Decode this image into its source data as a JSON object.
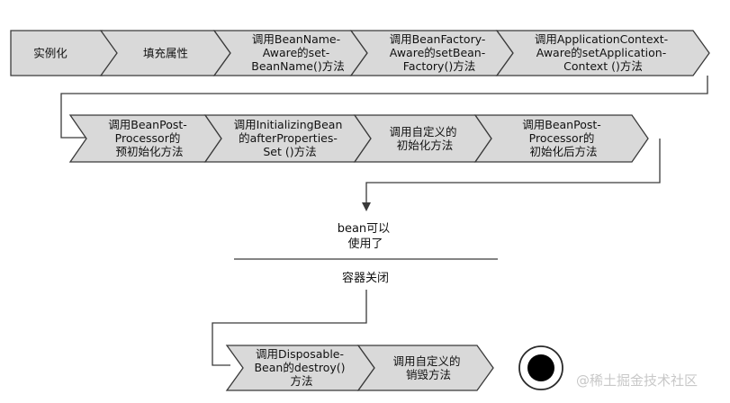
{
  "diagram": {
    "row1": [
      {
        "lines": [
          "实例化"
        ]
      },
      {
        "lines": [
          "填充属性"
        ]
      },
      {
        "lines": [
          "调用BeanName-",
          "Aware的set-",
          "BeanName()方法"
        ]
      },
      {
        "lines": [
          "调用BeanFactory-",
          "Aware的setBean-",
          "Factory()方法"
        ]
      },
      {
        "lines": [
          "调用ApplicationContext-",
          "Aware的setApplication-",
          "Context ()方法"
        ]
      }
    ],
    "row2": [
      {
        "lines": [
          "调用BeanPost-",
          "Processor的",
          "预初始化方法"
        ]
      },
      {
        "lines": [
          "调用InitializingBean",
          "的afterProperties-",
          "Set ()方法"
        ]
      },
      {
        "lines": [
          "调用自定义的",
          "初始化方法"
        ]
      },
      {
        "lines": [
          "调用BeanPost-",
          "Processor的",
          "初始化后方法"
        ]
      }
    ],
    "ready_lines": [
      "bean可以",
      "使用了"
    ],
    "shutdown": "容器关闭",
    "row3": [
      {
        "lines": [
          "调用Disposable-",
          "Bean的destroy()",
          "方法"
        ]
      },
      {
        "lines": [
          "调用自定义的",
          "销毁方法"
        ]
      }
    ]
  },
  "watermark": "@稀土掘金技术社区"
}
